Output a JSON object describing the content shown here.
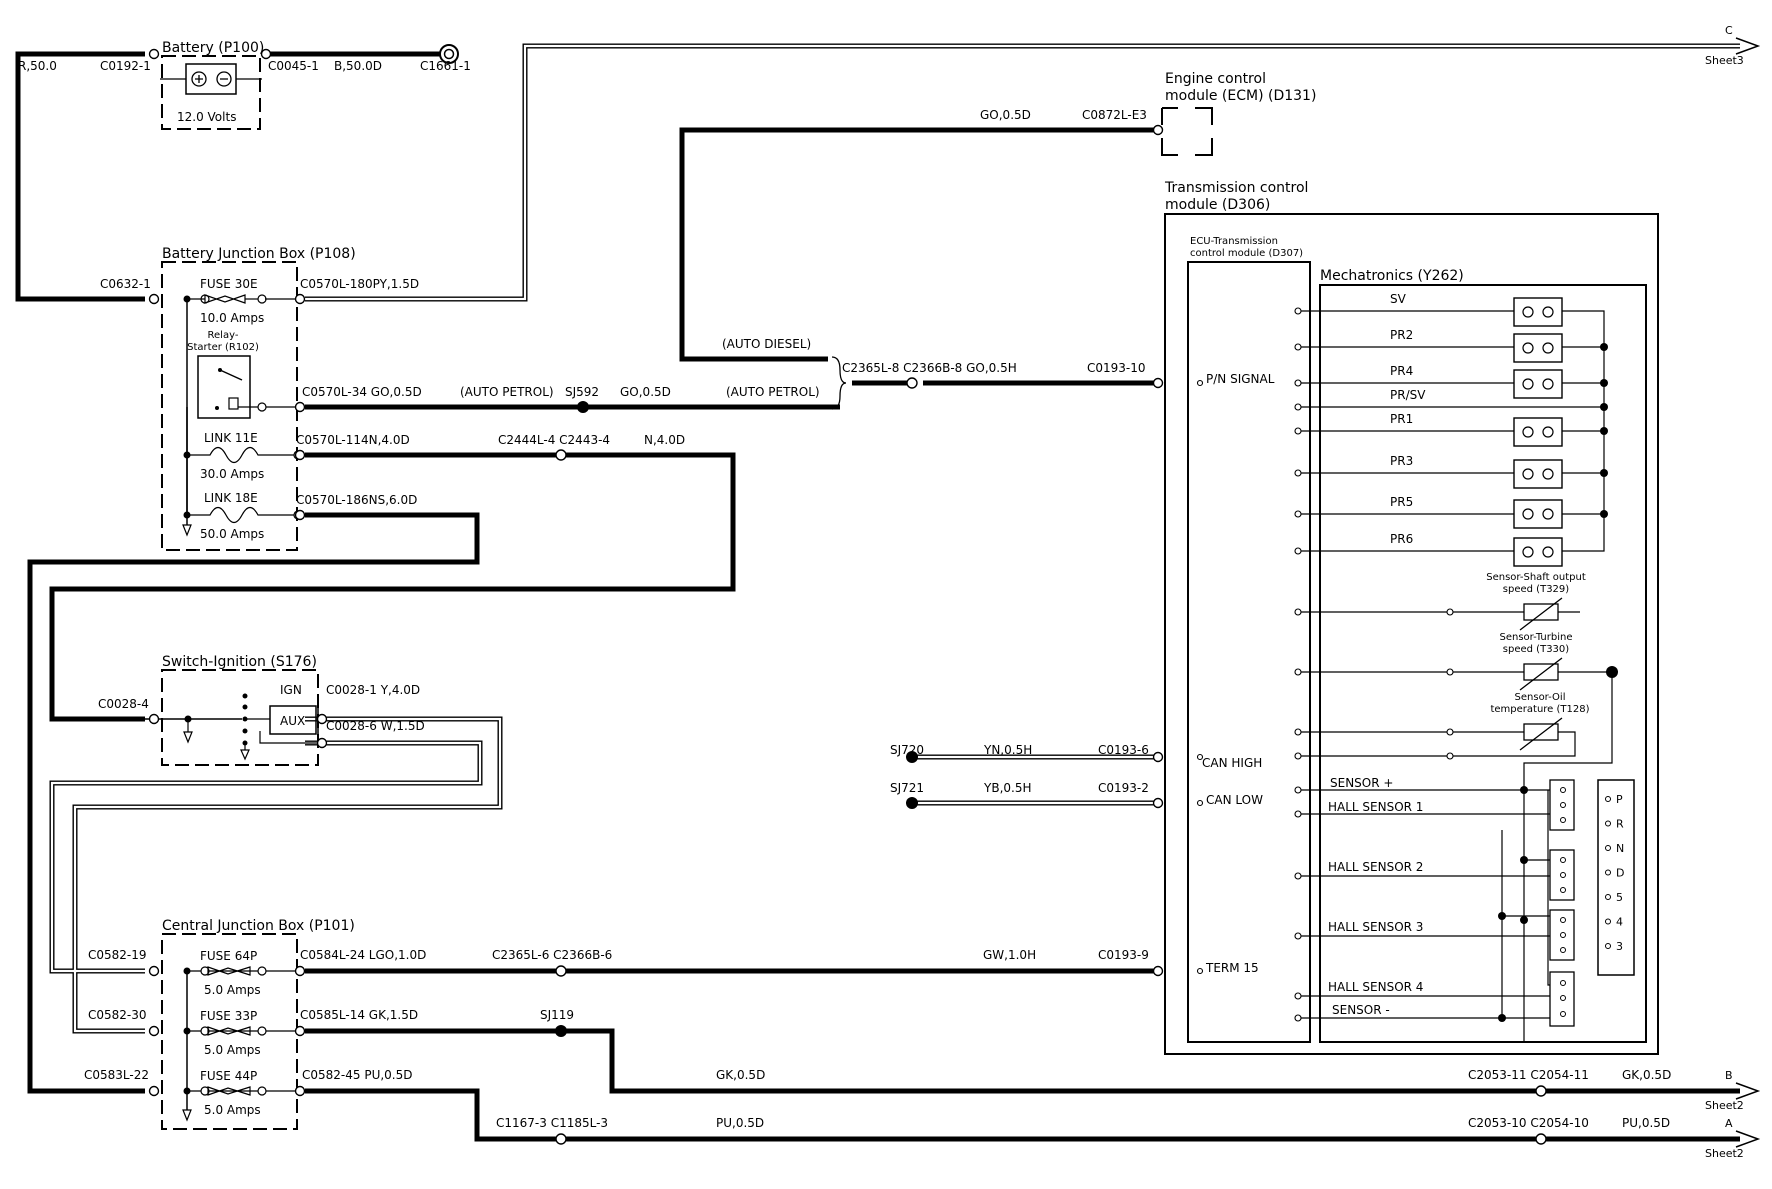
{
  "components": {
    "battery": {
      "title": "Battery (P100)",
      "voltage": "12.0 Volts"
    },
    "bjb": {
      "title": "Battery Junction Box (P108)"
    },
    "fuse30e": {
      "name": "FUSE 30E",
      "rating": "10.0 Amps"
    },
    "relay": {
      "name": "Relay-\nStarter (R102)",
      "line1": "Relay-",
      "line2": "Starter (R102)"
    },
    "link11e": {
      "name": "LINK 11E",
      "rating": "30.0 Amps"
    },
    "link18e": {
      "name": "LINK 18E",
      "rating": "50.0 Amps"
    },
    "ignition": {
      "title": "Switch-Ignition (S176)",
      "ign": "IGN",
      "aux": "AUX"
    },
    "cjb": {
      "title": "Central Junction Box (P101)"
    },
    "fuse64p": {
      "name": "FUSE 64P",
      "rating": "5.0 Amps"
    },
    "fuse33p": {
      "name": "FUSE 33P",
      "rating": "5.0 Amps"
    },
    "fuse44p": {
      "name": "FUSE 44P",
      "rating": "5.0 Amps"
    },
    "ecm": {
      "line1": "Engine control",
      "line2": "module (ECM) (D131)"
    },
    "tcm": {
      "line1": "Transmission control",
      "line2": "module (D306)"
    },
    "ecu": {
      "line1": "ECU-Transmission",
      "line2": "control module (D307)"
    },
    "mech": {
      "title": "Mechatronics (Y262)"
    },
    "s_shaft": {
      "line1": "Sensor-Shaft output",
      "line2": "speed (T329)"
    },
    "s_turbine": {
      "line1": "Sensor-Turbine",
      "line2": "speed (T330)"
    },
    "s_oil": {
      "line1": "Sensor-Oil",
      "line2": "temperature (T128)"
    }
  },
  "connectors": {
    "r50": "R,50.0",
    "c0192_1": "C0192-1",
    "c0045_1": "C0045-1",
    "b50": "B,50.0D",
    "c1661_1": "C1661-1",
    "c0632_1": "C0632-1",
    "c0570l_180": "C0570L-180PY,1.5D",
    "c0570l_34": "C0570L-34 GO,0.5D",
    "c0570l_114": "C0570L-114N,4.0D",
    "c0570l_186": "C0570L-186NS,6.0D",
    "auto_petrol_1": "(AUTO PETROL)",
    "sj592": "SJ592",
    "go05_2": "GO,0.5D",
    "auto_petrol_2": "(AUTO PETROL)",
    "auto_diesel": "(AUTO DIESEL)",
    "c2444": "C2444L-4 C2443-4",
    "n40": "N,4.0D",
    "go05_ecm": "GO,0.5D",
    "c0872": "C0872L-E3",
    "c2365_8": "C2365L-8 C2366B-8 GO,0.5H",
    "c0193_10": "C0193-10",
    "c0028_4": "C0028-4",
    "c0028_1": "C0028-1  Y,4.0D",
    "c0028_6": "C0028-6  W,1.5D",
    "sj720": "SJ720",
    "yn": "YN,0.5H",
    "c0193_6": "C0193-6",
    "sj721": "SJ721",
    "yb": "YB,0.5H",
    "c0193_2": "C0193-2",
    "c0582_19": "C0582-19",
    "c0584l_24": "C0584L-24 LGO,1.0D",
    "c2365l_6": "C2365L-6 C2366B-6",
    "gw": "GW,1.0H",
    "c0193_9": "C0193-9",
    "c0582_30": "C0582-30",
    "c0585l_14": "C0585L-14 GK,1.5D",
    "sj119": "SJ119",
    "c0583l_22": "C0583L-22",
    "c0582_45": "C0582-45  PU,0.5D",
    "gk05": "GK,0.5D",
    "c2053_11": "C2053-11 C2054-11",
    "gk05b": "GK,0.5D",
    "c1167": "C1167-3 C1185L-3",
    "pu05": "PU,0.5D",
    "c2053_10": "C2053-10 C2054-10",
    "pu05b": "PU,0.5D"
  },
  "signals": {
    "pn": "P/N SIGNAL",
    "can_high": "CAN HIGH",
    "can_low": "CAN LOW",
    "term15": "TERM 15"
  },
  "mech_pins": [
    "SV",
    "PR2",
    "PR4",
    "PR/SV",
    "PR1",
    "PR3",
    "PR5",
    "PR6"
  ],
  "hall": {
    "sensor_plus": "SENSOR +",
    "h1": "HALL SENSOR 1",
    "h2": "HALL SENSOR 2",
    "h3": "HALL SENSOR 3",
    "h4": "HALL SENSOR 4",
    "sensor_minus": "SENSOR -"
  },
  "gear_positions": [
    "P",
    "R",
    "N",
    "D",
    "5",
    "4",
    "3"
  ],
  "sheets": {
    "c_letter": "C",
    "c_sheet": "Sheet3",
    "b_letter": "B",
    "b_sheet": "Sheet2",
    "a_letter": "A",
    "a_sheet": "Sheet2"
  }
}
